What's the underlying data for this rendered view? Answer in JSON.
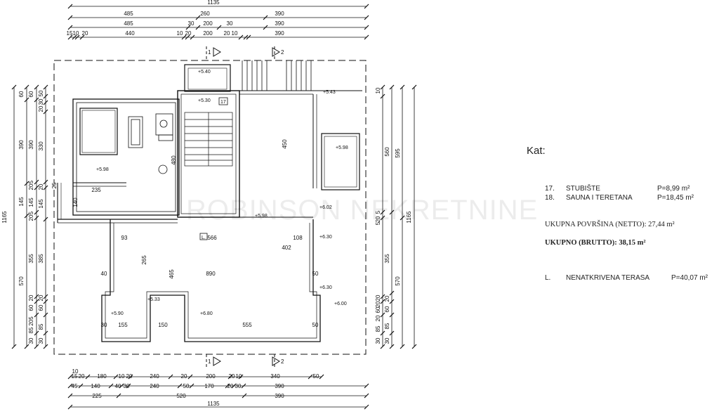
{
  "watermark": "ROBINSON NEKRETNINE",
  "legend": {
    "title": "Kat:",
    "rooms": [
      {
        "num": "17.",
        "name": "STUBIŠTE",
        "area": "P=8,99 m²"
      },
      {
        "num": "18.",
        "name": "SAUNA I TERETANA",
        "area": "P=18,45 m²"
      }
    ],
    "net": "UKUPNA POVRŠINA (NETTO): 27,44 m²",
    "gross": "UKUPNO (BRUTTO): 38,15 m²",
    "terrace": {
      "num": "L.",
      "name": "NENATKRIVENA TERASA",
      "area": "P=40,07 m²"
    }
  },
  "dimensions": {
    "top": {
      "row1": [
        "1135"
      ],
      "row2": [
        "485",
        "260",
        "390"
      ],
      "row3": [
        "485",
        "30",
        "200",
        "30",
        "390"
      ],
      "row4": [
        "15",
        "10",
        "20",
        "440",
        "10",
        "20",
        "200",
        "20",
        "10",
        "390"
      ]
    },
    "bottom": {
      "row1": [
        "10"
      ],
      "row2": [
        "15",
        "20",
        "180",
        "10",
        "20",
        "240",
        "20",
        "200",
        "20",
        "10",
        "340",
        "50"
      ],
      "row3": [
        "45",
        "140",
        "40",
        "30",
        "240",
        "50",
        "170",
        "20",
        "30",
        "390"
      ],
      "row4": [
        "225",
        "520",
        "390"
      ],
      "row5": [
        "1135"
      ]
    },
    "left": {
      "outer": [
        "1165"
      ],
      "col1": [
        "60",
        "390",
        "145",
        "570"
      ],
      "col2": [
        "60",
        "390",
        "5",
        "20",
        "145",
        "5",
        "20",
        "355",
        "20",
        "60",
        "205",
        "85",
        "30"
      ],
      "col3": [
        "50",
        "30",
        "20",
        "330",
        "20",
        "145",
        "385",
        "20",
        "60",
        "85",
        "30"
      ]
    },
    "right": {
      "outer": [
        "1165"
      ],
      "col1": [
        "595",
        "570"
      ],
      "col2": [
        "560",
        "355",
        "20",
        "60",
        "85",
        "30"
      ],
      "col3": [
        "10",
        "5",
        "20",
        "5",
        "20",
        "20",
        "60",
        "20",
        "85",
        "30"
      ]
    },
    "interior": [
      "235",
      "140",
      "93",
      "566",
      "480",
      "450",
      "108",
      "265",
      "465",
      "890",
      "40",
      "402",
      "50",
      "155",
      "150",
      "555",
      "50",
      "25",
      "30"
    ]
  },
  "levels": [
    "+5.40",
    "+5.30",
    "+5.98",
    "+5.98",
    "+6.02",
    "+6.30",
    "+6.30",
    "+6.80",
    "+6.00",
    "+5.90",
    "+5.98",
    "+5.33",
    "+5.43"
  ],
  "room_tags": {
    "stair": "17",
    "terrace": "L."
  },
  "section_marks": [
    "1",
    "2",
    "1",
    "2"
  ]
}
